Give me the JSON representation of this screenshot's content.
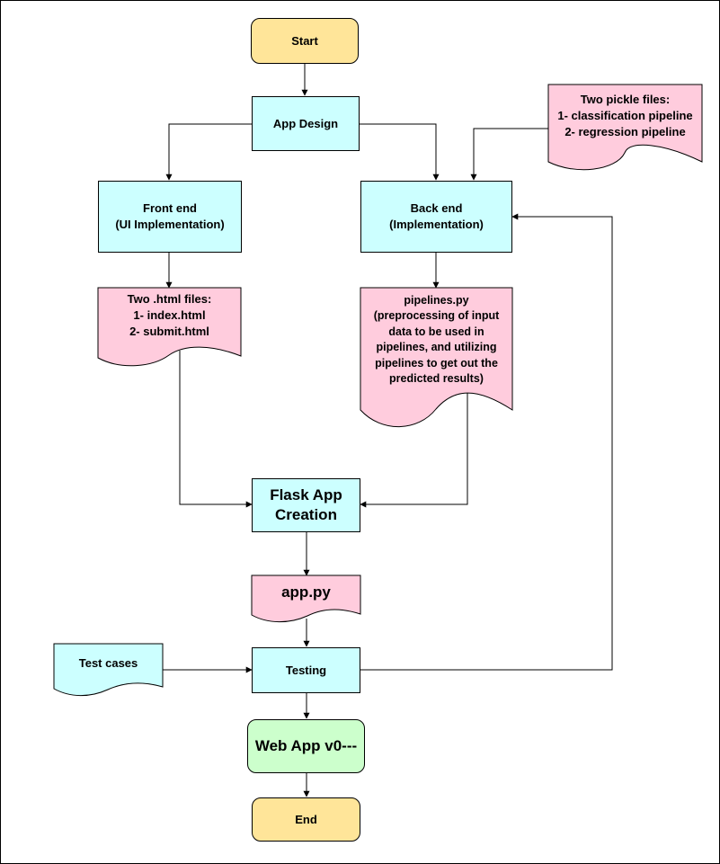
{
  "colors": {
    "terminal": "#ffe599",
    "process": "#ccffff",
    "document": "#ffccdd",
    "result": "#ccffcc",
    "stroke": "#000000"
  },
  "nodes": {
    "start": "Start",
    "app_design": "App Design",
    "pickle_files": "Two pickle files:\n1- classification pipeline\n2- regression pipeline",
    "front_end": "Front end\n(UI Implementation)",
    "back_end": "Back end\n(Implementation)",
    "html_files": "Two .html files:\n1- index.html\n2- submit.html",
    "pipelines_py": "pipelines.py\n(preprocessing of input\ndata to be used in\npipelines, and utilizing\npipelines to get out the\npredicted results)",
    "flask_app": "Flask App\nCreation",
    "app_py": "app.py",
    "test_cases": "Test cases",
    "testing": "Testing",
    "web_app": "Web App v0---",
    "end": "End"
  }
}
